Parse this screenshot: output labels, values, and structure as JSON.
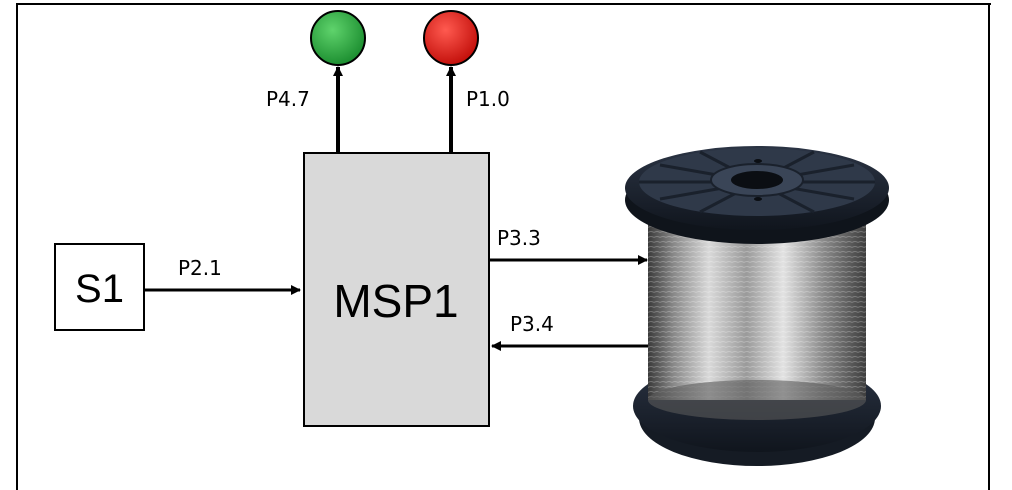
{
  "labels": {
    "s1": "S1",
    "msp": "MSP1",
    "p47": "P4.7",
    "p10": "P1.0",
    "p21": "P2.1",
    "p33": "P3.3",
    "p34": "P3.4"
  },
  "colors": {
    "led_green": "#22a33a",
    "led_red": "#e8201c",
    "msp_fill": "#d9d9d9"
  }
}
